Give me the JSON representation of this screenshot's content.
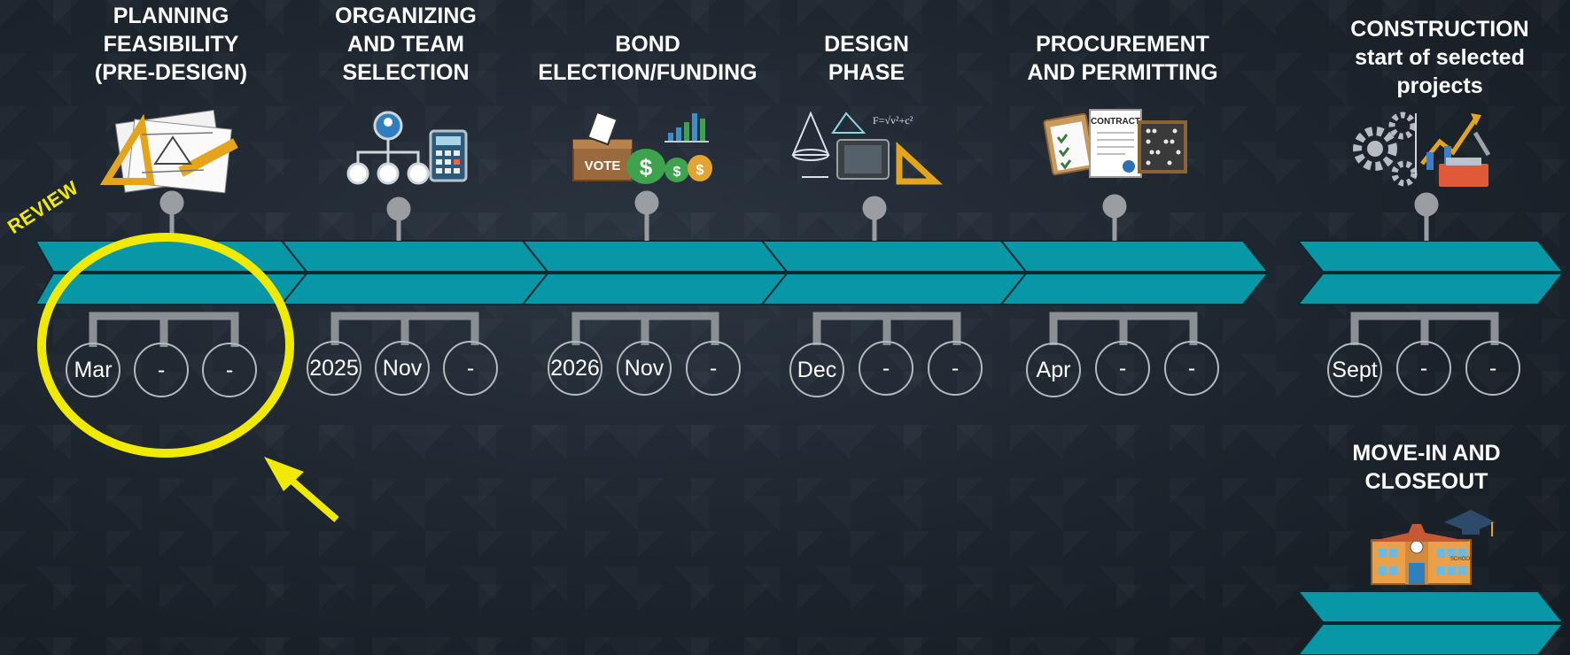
{
  "stages": [
    {
      "title": "PLANNING\nFEASIBILITY\n(PRE-DESIGN)",
      "icon": "drafting-tools-icon",
      "dates": [
        "Mar",
        "-",
        "-"
      ]
    },
    {
      "title": "ORGANIZING\nAND TEAM\nSELECTION",
      "icon": "team-hierarchy-calculator-icon",
      "dates": [
        "2025",
        "Nov",
        "-"
      ]
    },
    {
      "title": "BOND\nELECTION/FUNDING",
      "icon": "vote-money-bags-icon",
      "dates": [
        "2026",
        "Nov",
        "-"
      ]
    },
    {
      "title": "DESIGN\nPHASE",
      "icon": "geometry-tablet-icon",
      "dates": [
        "Dec",
        "-",
        "-"
      ]
    },
    {
      "title": "PROCUREMENT\nAND PERMITTING",
      "icon": "contract-clipboard-icon",
      "dates": [
        "Apr",
        "-",
        "-"
      ]
    },
    {
      "title": "CONSTRUCTION\nstart of selected\nprojects",
      "icon": "gears-growth-toolbox-icon",
      "dates": [
        "Sept",
        "-",
        "-"
      ]
    }
  ],
  "final_stage": {
    "title": "MOVE-IN AND\nCLOSEOUT",
    "icon": "school-graduation-icon"
  },
  "contract_label": "CONTRACT",
  "vote_label": "VOTE",
  "school_label": "SCHOOL",
  "annotation": {
    "label": "REVIEW",
    "color": "#f0ea00"
  },
  "colors": {
    "arrow": "#0797a6",
    "connector": "#8a8f94",
    "circle_border": "#b4b9be",
    "background": "#1c242d"
  }
}
